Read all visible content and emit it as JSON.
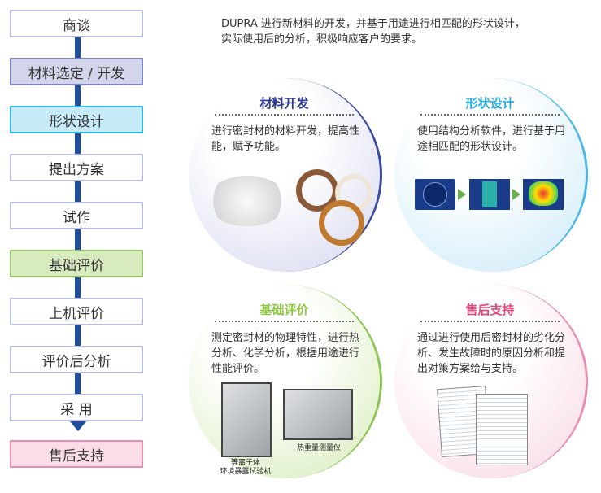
{
  "flow": {
    "steps": [
      "商谈",
      "材料选定 / 开发",
      "形状设计",
      "提出方案",
      "试作",
      "基础评价",
      "上机评价",
      "评价后分析",
      "采 用",
      "售后支持"
    ]
  },
  "intro": {
    "line1": "DUPRA 进行新材料的开发，并基于用途进行相匹配的形状设计，",
    "line2": "实际使用后的分析，积极响应客户的要求。"
  },
  "colors": {
    "material": "#2b3990",
    "shape": "#29abe2",
    "basic": "#8dc63f",
    "after": "#e4477c",
    "flow_bar": "#1f4e9c"
  },
  "circles": {
    "material": {
      "title": "材料开发",
      "desc": "进行密封材的材料开发，提高性能，赋予功能。"
    },
    "shape": {
      "title": "形状设计",
      "desc": "使用结构分析软件，进行基于用途相匹配的形状设计。"
    },
    "basic": {
      "title": "基础评价",
      "desc": "测定密封材的物理特性，进行热分析、化学分析，根据用途进行性能评价。",
      "cap1a": "等离子体",
      "cap1b": "环境暴露试验机",
      "cap2": "热重量测量仪"
    },
    "after": {
      "title": "售后支持",
      "desc": "通过进行使用后密封材的劣化分析、发生故障时的原因分析和提出对策方案给与支持。"
    }
  }
}
